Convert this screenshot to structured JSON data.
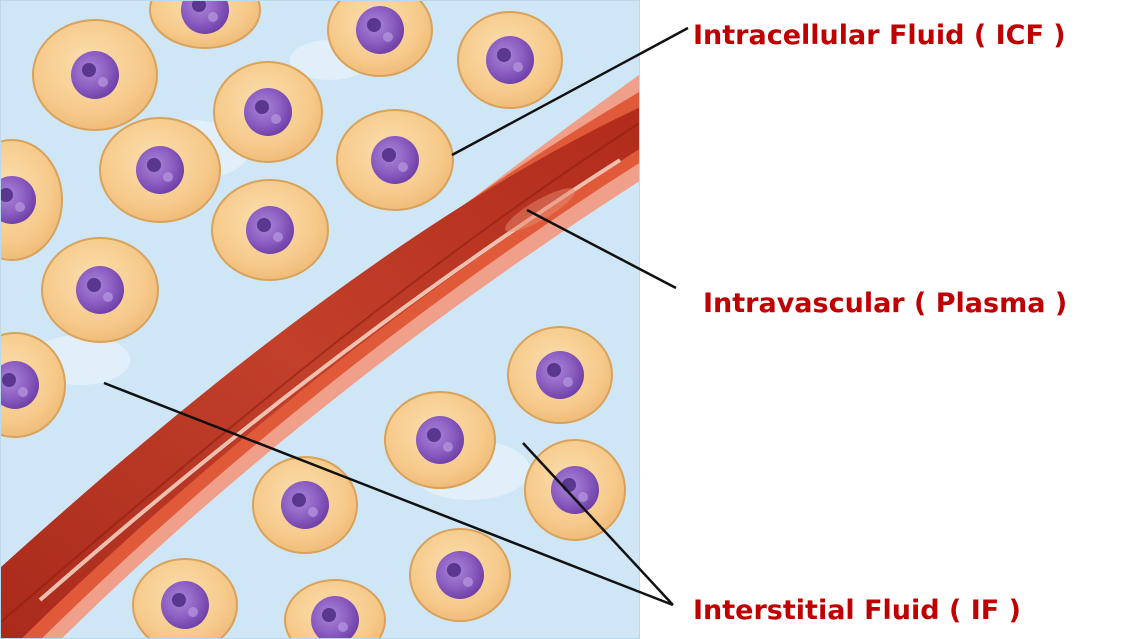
{
  "labels": {
    "icf": "Intracellular Fluid ( ICF )",
    "plasma": "Intravascular ( Plasma )",
    "interstitial": "Interstitial Fluid ( IF )"
  },
  "colors": {
    "label_text": "#c00000",
    "leader_line": "#111111",
    "interstitial_bg": "#cfe6f6",
    "cell_fill": "#f6c98a",
    "cell_edge": "#d8a25a",
    "nucleus": "#8a5cc0",
    "vessel_wall": "#e05a3a",
    "vessel_lumen": "#b8321e",
    "vessel_highlight": "#f8d8c8"
  },
  "icons": {
    "cell": "cell-icon",
    "nucleus": "nucleus-icon"
  }
}
